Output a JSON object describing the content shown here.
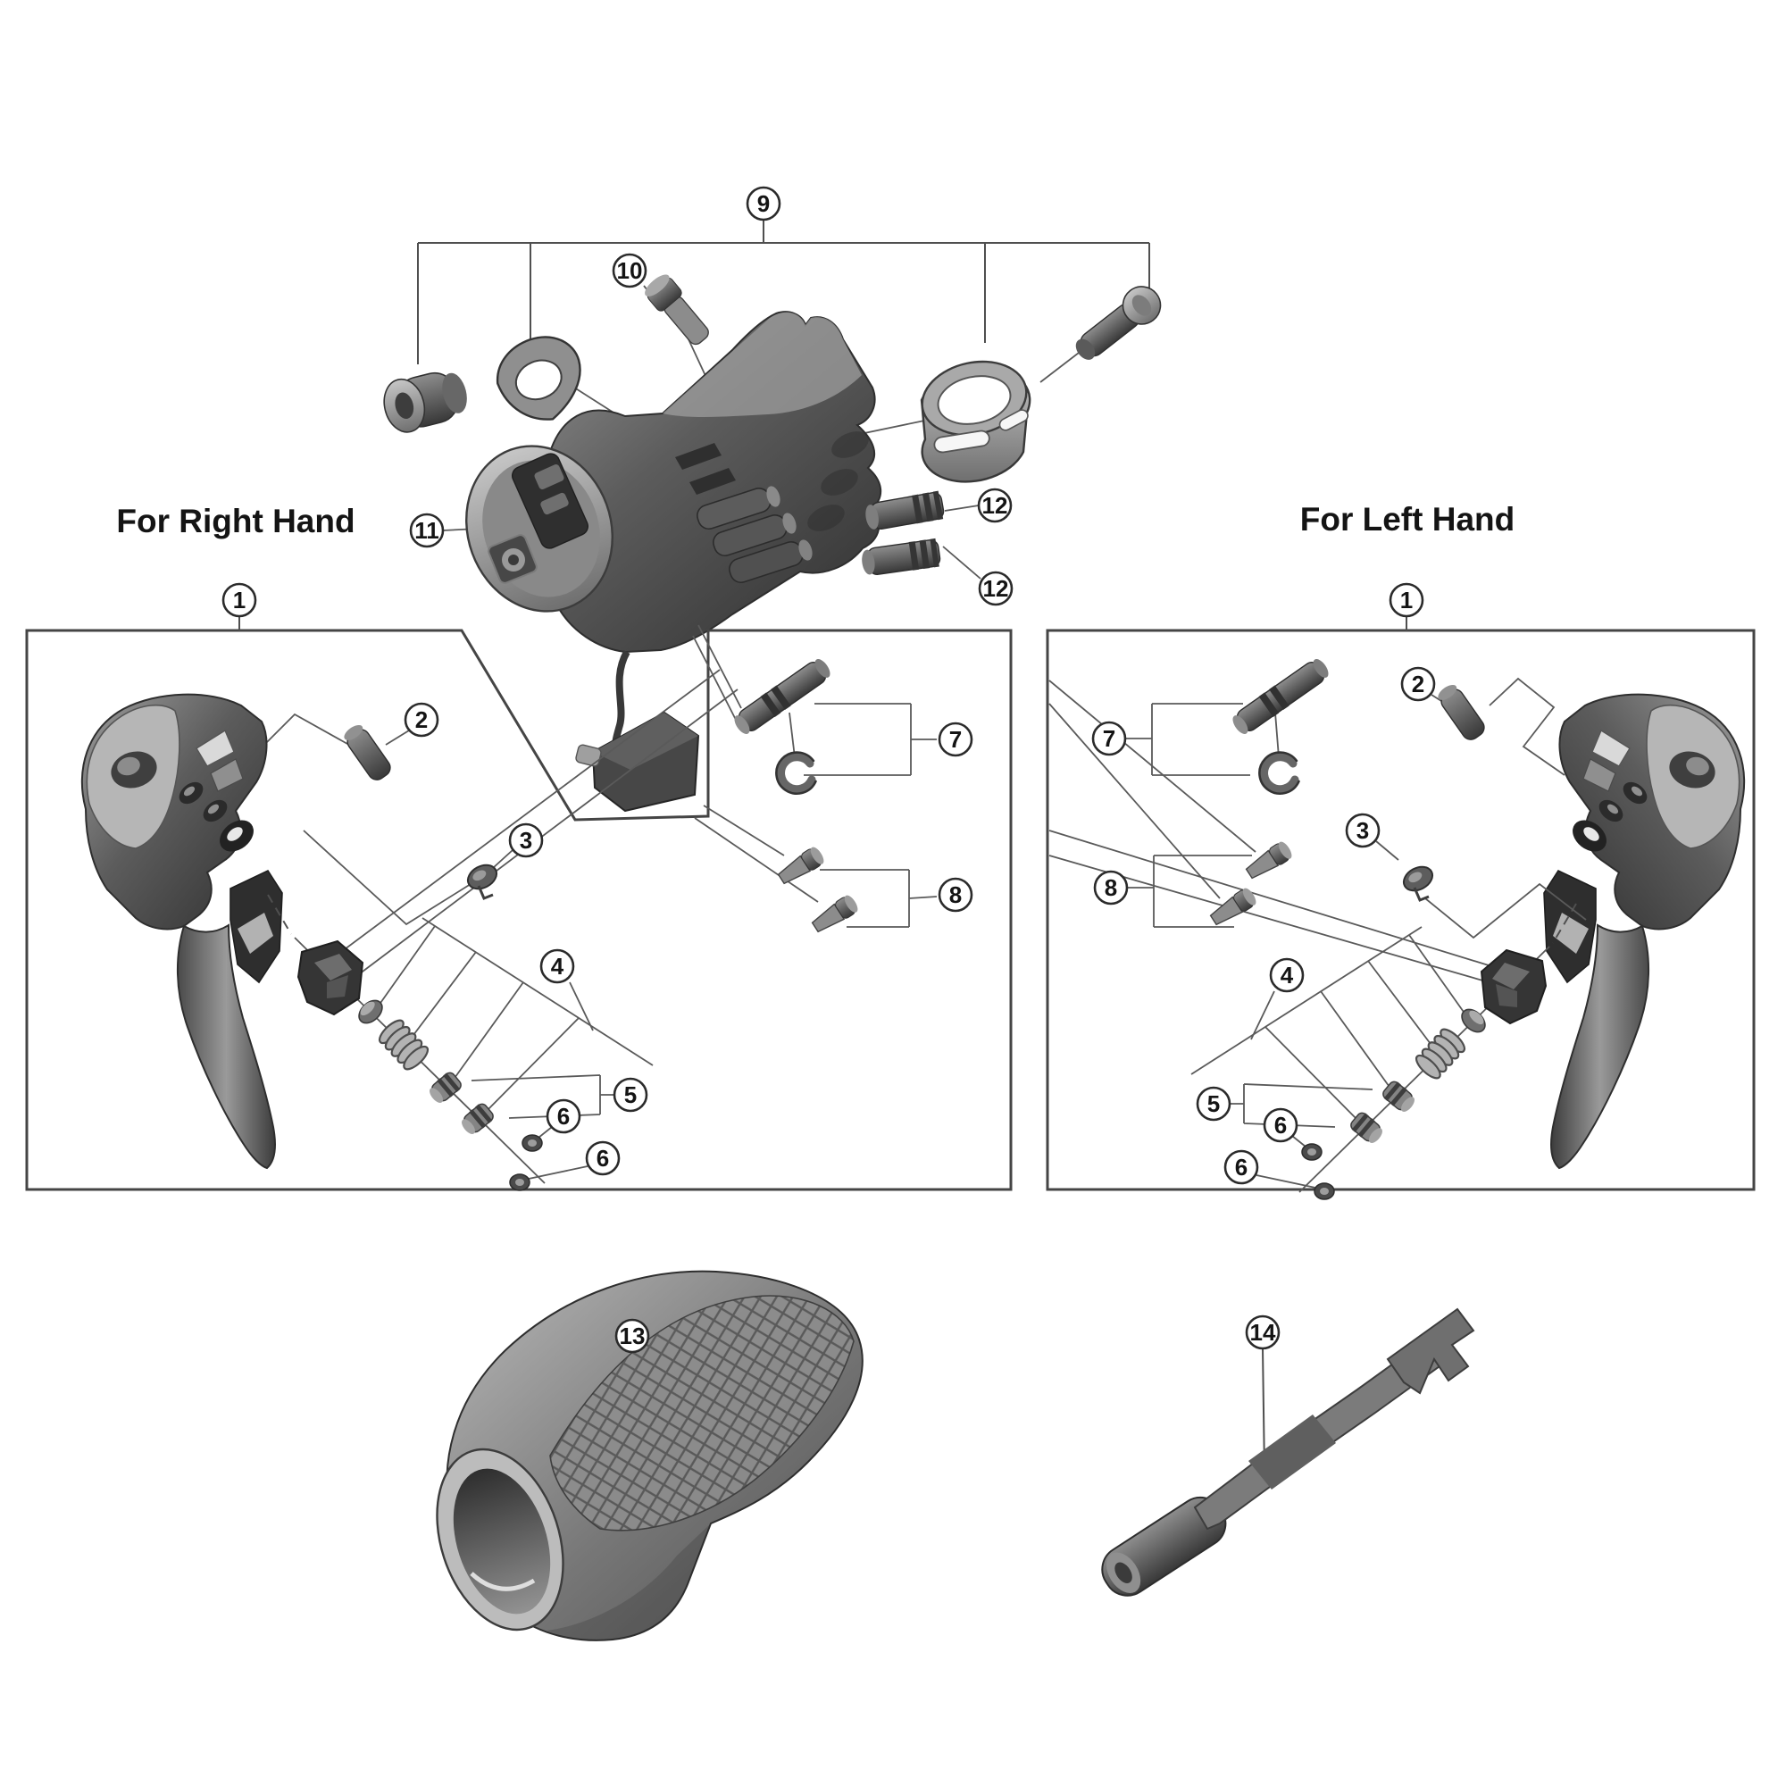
{
  "page": {
    "background": "#ffffff"
  },
  "labels": {
    "right_hand": "For Right Hand",
    "left_hand": "For Left Hand"
  },
  "colors": {
    "line": "#4f4f4f",
    "text": "#141414",
    "callout_stroke": "#2b2b2b",
    "part_dark": "#3a3a3a",
    "part_mid": "#7a7a7a",
    "part_light": "#b9b9b9",
    "background": "#ffffff"
  },
  "callouts": [
    {
      "id": "top-9",
      "n": "9"
    },
    {
      "id": "top-10",
      "n": "10"
    },
    {
      "id": "top-11",
      "n": "11"
    },
    {
      "id": "top-12-upper",
      "n": "12"
    },
    {
      "id": "top-12-lower",
      "n": "12"
    },
    {
      "id": "left-1",
      "n": "1"
    },
    {
      "id": "left-2",
      "n": "2"
    },
    {
      "id": "left-3",
      "n": "3"
    },
    {
      "id": "left-4",
      "n": "4"
    },
    {
      "id": "left-5",
      "n": "5"
    },
    {
      "id": "left-6-upper",
      "n": "6"
    },
    {
      "id": "left-6-lower",
      "n": "6"
    },
    {
      "id": "left-7",
      "n": "7"
    },
    {
      "id": "left-8",
      "n": "8"
    },
    {
      "id": "right-1",
      "n": "1"
    },
    {
      "id": "right-2",
      "n": "2"
    },
    {
      "id": "right-3",
      "n": "3"
    },
    {
      "id": "right-4",
      "n": "4"
    },
    {
      "id": "right-5",
      "n": "5"
    },
    {
      "id": "right-6-upper",
      "n": "6"
    },
    {
      "id": "right-6-lower",
      "n": "6"
    },
    {
      "id": "right-7",
      "n": "7"
    },
    {
      "id": "right-8",
      "n": "8"
    },
    {
      "id": "bottom-13",
      "n": "13"
    },
    {
      "id": "bottom-14",
      "n": "14"
    }
  ]
}
